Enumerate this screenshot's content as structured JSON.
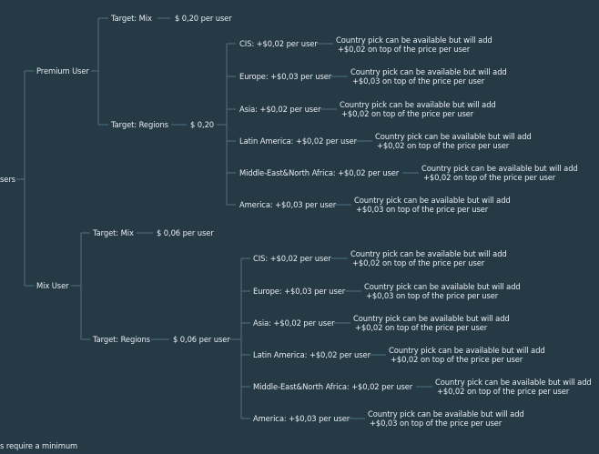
{
  "root": {
    "label": "sers"
  },
  "premium": {
    "label": "Premium User",
    "mix": {
      "label": "Target: Mix",
      "price": "$ 0,20 per user"
    },
    "regions": {
      "label": "Target: Regions",
      "price": "$ 0,20",
      "items": [
        {
          "label": "CIS: +$0,02 per user",
          "line1": "Country pick can be available but will add",
          "line2": "+$0,02 on top of the price per user"
        },
        {
          "label": "Europe: +$0,03 per user",
          "line1": "Country pick can be available but will add",
          "line2": "+$0,03 on top of the price per user"
        },
        {
          "label": "Asia: +$0,02 per user",
          "line1": "Country pick can be available but will add",
          "line2": "+$0,02 on top of the price per user"
        },
        {
          "label": "Latin America: +$0,02 per user",
          "line1": "Country pick can be available but will add",
          "line2": "+$0,02 on top of the price per user"
        },
        {
          "label": "Middle-East&North Africa: +$0,02 per user",
          "line1": "Country pick can be available but will add",
          "line2": "+$0,02 on top of the price per user"
        },
        {
          "label": "America: +$0,03 per user",
          "line1": "Country pick can be available but will add",
          "line2": "+$0,03 on top of the price per user"
        }
      ]
    }
  },
  "mixuser": {
    "label": "Mix User",
    "mix": {
      "label": "Target: Mix",
      "price": "$ 0,06 per user"
    },
    "regions": {
      "label": "Target: Regions",
      "price": "$ 0,06 per user",
      "items": [
        {
          "label": "CIS: +$0,02 per user",
          "line1": "Country pick can be available but will add",
          "line2": "+$0,02 on top of the price per user"
        },
        {
          "label": "Europe: +$0,03 per user",
          "line1": "Country pick can be available but will add",
          "line2": "+$0,03 on top of the price per user"
        },
        {
          "label": "Asia: +$0,02 per user",
          "line1": "Country pick can be available but will add",
          "line2": "+$0,02 on top of the price per user"
        },
        {
          "label": "Latin America: +$0,02 per user",
          "line1": "Country pick can be available but will add",
          "line2": "+$0,02 on top of the price per user"
        },
        {
          "label": "Middle-East&North Africa: +$0,02 per user",
          "line1": "Country pick can be available but will add",
          "line2": "+$0,02 on top of the price per user"
        },
        {
          "label": "America: +$0,03 per user",
          "line1": "Country pick can be available but will add",
          "line2": "+$0,03 on top of the price per user"
        }
      ]
    }
  },
  "footnote": {
    "line1": "s require a minimum"
  },
  "colors": {
    "background": "#263a46",
    "line": "#4f7182",
    "text": "#e6edf1"
  }
}
